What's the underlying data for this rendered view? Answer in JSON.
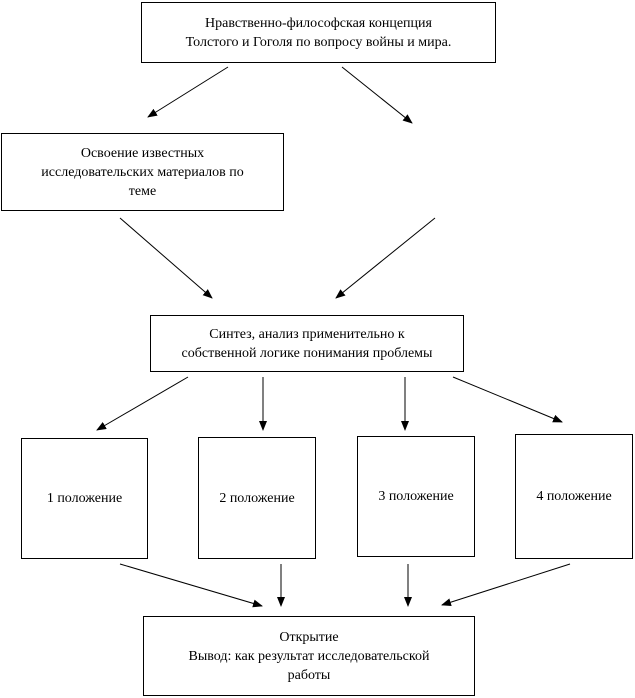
{
  "diagram": {
    "top_box": "Нравственно-философская концепция\nТолстого и Гоголя по вопросу войны и мира.",
    "research_box": "Освоение известных\nисследовательских  материалов по\nтеме",
    "synthesis_box": "Синтез, анализ применительно к\nсобственной логике понимания проблемы",
    "positions": [
      "1 положение",
      "2 положение",
      "3 положение",
      "4 положение"
    ],
    "conclusion_box": "Открытие\nВывод: как результат  исследовательской\nработы"
  },
  "colors": {
    "line": "#000000",
    "background": "#ffffff"
  }
}
